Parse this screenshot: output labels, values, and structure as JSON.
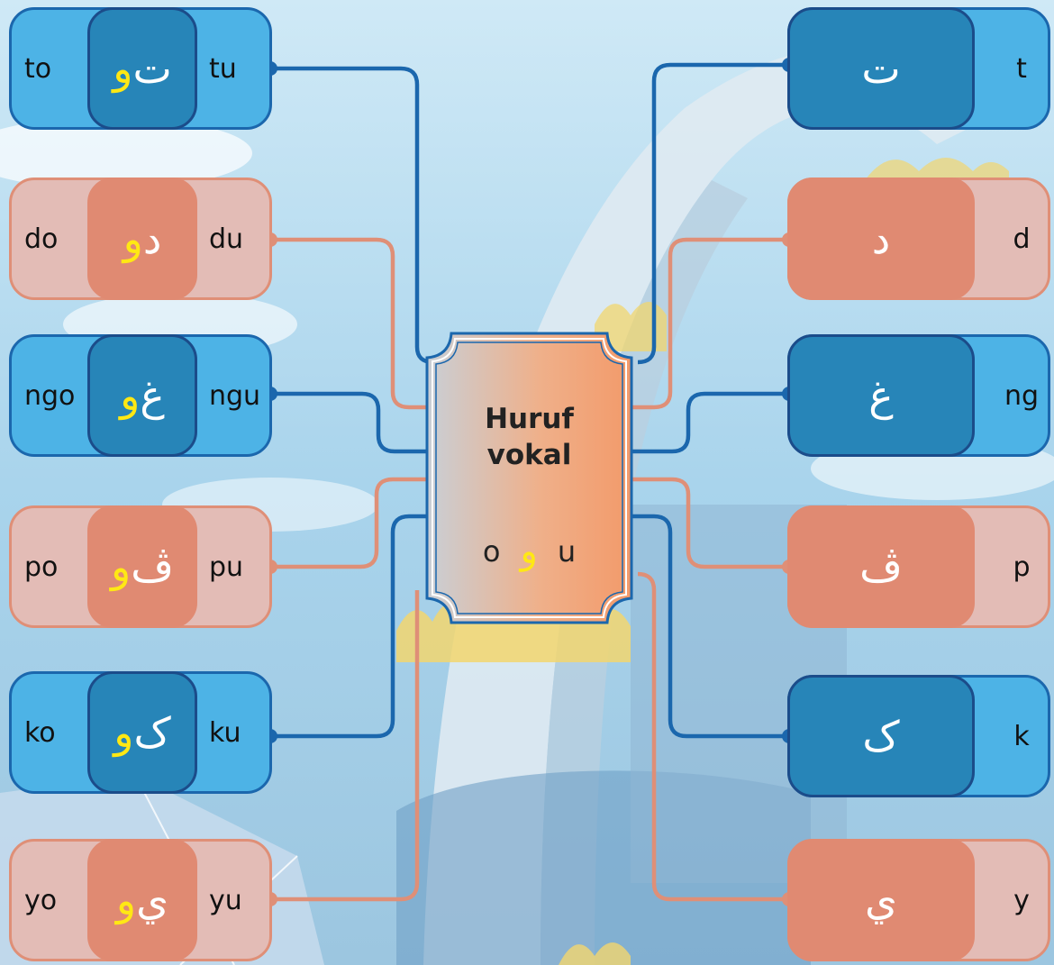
{
  "colors": {
    "blue_line": "#1b67ad",
    "pink_line": "#df8f77",
    "vowel": "#ffe814"
  },
  "center": {
    "title_line1": "Huruf",
    "title_line2": "vokal",
    "vowel_o": "o",
    "vowel_arabic": "و",
    "vowel_u": "u"
  },
  "left_cards": [
    {
      "color": "blue",
      "left_label": "to",
      "base": "ت",
      "vowel": "و",
      "right_label": "tu"
    },
    {
      "color": "pink",
      "left_label": "do",
      "base": "د",
      "vowel": "و",
      "right_label": "du"
    },
    {
      "color": "blue",
      "left_label": "ngo",
      "base": "غ",
      "vowel": "و",
      "right_label": "ngu"
    },
    {
      "color": "pink",
      "left_label": "po",
      "base": "ڤ",
      "vowel": "و",
      "right_label": "pu"
    },
    {
      "color": "blue",
      "left_label": "ko",
      "base": "ک",
      "vowel": "و",
      "right_label": "ku"
    },
    {
      "color": "pink",
      "left_label": "yo",
      "base": "ي",
      "vowel": "و",
      "right_label": "yu"
    }
  ],
  "right_cards": [
    {
      "color": "blue",
      "letter": "ت",
      "label": "t"
    },
    {
      "color": "pink",
      "letter": "د",
      "label": "d"
    },
    {
      "color": "blue",
      "letter": "غ",
      "label": "ng"
    },
    {
      "color": "pink",
      "letter": "ڤ",
      "label": "p"
    },
    {
      "color": "blue",
      "letter": "ک",
      "label": "k"
    },
    {
      "color": "pink",
      "letter": "ي",
      "label": "y"
    }
  ]
}
